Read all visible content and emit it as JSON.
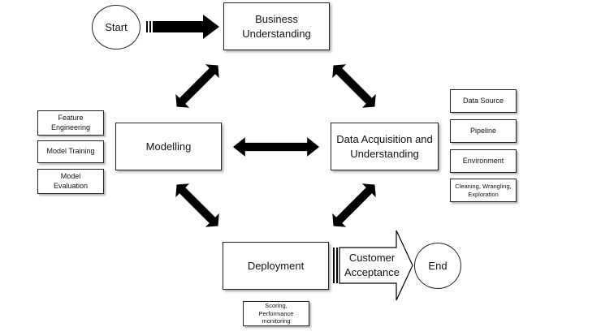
{
  "nodes": {
    "start": "Start",
    "end": "End",
    "business_understanding": "Business\nUnderstanding",
    "modelling": "Modelling",
    "data_acquisition": "Data Acquisition and\nUnderstanding",
    "deployment": "Deployment",
    "customer_acceptance": "Customer\nAcceptance"
  },
  "modelling_tasks": [
    "Feature\nEngineering",
    "Model Training",
    "Model\nEvaluation"
  ],
  "data_tasks": [
    "Data Source",
    "Pipeline",
    "Environment",
    "Cleaning, Wrangling,\nExploration"
  ],
  "deployment_tasks": [
    "Scoring,\nPerformance\nmonitoring"
  ],
  "colors": {
    "arrow": "#000000",
    "border": "#222222"
  }
}
